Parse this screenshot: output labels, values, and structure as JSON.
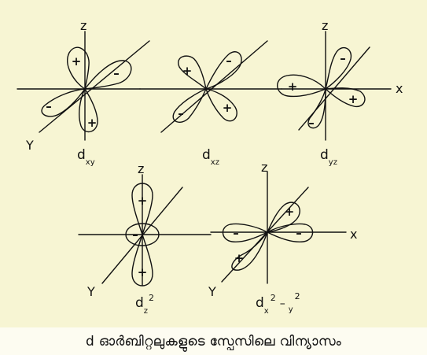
{
  "caption": "d ഓർബിറ്റലുകളുടെ സ്പേസിലെ വിന്യാസം",
  "axes": {
    "z": "z",
    "x": "x",
    "y": "Y"
  },
  "signs": {
    "plus": "+",
    "minus": "–"
  },
  "orbitals": {
    "dxy": {
      "main": "d",
      "sub": "xy"
    },
    "dxz": {
      "main": "d",
      "sub": "xz"
    },
    "dyz": {
      "main": "d",
      "sub": "yz"
    },
    "dz2": {
      "main": "d",
      "sub": "z",
      "sup": "2"
    },
    "dx2y2": {
      "main": "d",
      "sub1": "x",
      "sup1": "2",
      "minus": "–",
      "sub2": "y",
      "sup2": "2"
    }
  },
  "colors": {
    "background": "#f7f5d3",
    "ink": "#111111",
    "caption_bg": "#fdfcf1"
  }
}
